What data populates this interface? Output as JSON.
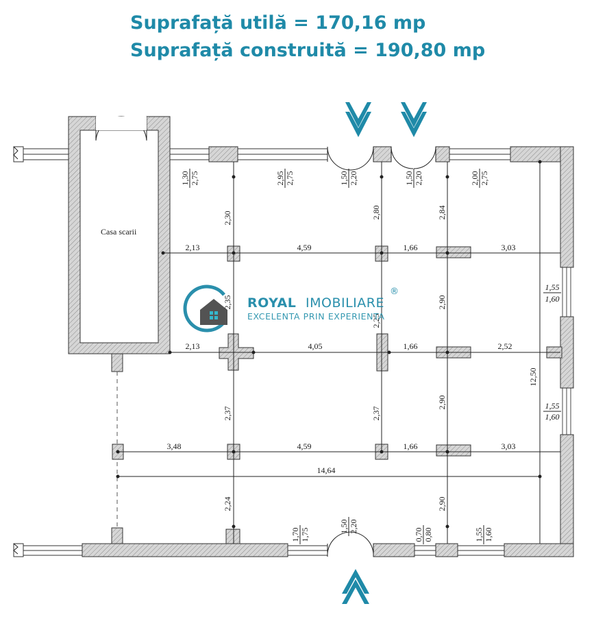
{
  "header": {
    "line1": "Suprafață utilă = 170,16 mp",
    "line2": "Suprafață construită = 190,80 mp"
  },
  "plan": {
    "room_label": "Casa scarii",
    "dims": {
      "w1": [
        "1,30",
        "2,75"
      ],
      "w2": [
        "2,95",
        "2,75"
      ],
      "d1": [
        "1,50",
        "2,20"
      ],
      "d2": [
        "1,50",
        "2,20"
      ],
      "w3": [
        "2,00",
        "2,75"
      ],
      "side1": [
        "1,55",
        "1,60"
      ],
      "side2": [
        "1,55",
        "1,60"
      ],
      "b1": [
        "1,70",
        "1,75"
      ],
      "b2": [
        "1,50",
        "2,20"
      ],
      "b3": [
        "0,70",
        "0,80"
      ],
      "b4": [
        "1,55",
        "1,60"
      ],
      "v_230": "2,30",
      "v_280": "2,80",
      "v_284": "2,84",
      "h_213a": "2,13",
      "h_459a": "4,59",
      "h_166a": "1,66",
      "h_303a": "3,03",
      "v_235": "2,35",
      "v_290a": "2,90",
      "h_213b": "2,13",
      "h_405": "4,05",
      "v_225": "2,25",
      "h_166b": "1,66",
      "h_252": "2,52",
      "v_1250": "12,50",
      "v_237a": "2,37",
      "v_237b": "2,37",
      "v_290b": "2,90",
      "h_348": "3,48",
      "h_459b": "4,59",
      "h_166c": "1,66",
      "h_303b": "3,03",
      "h_1464": "14,64",
      "v_224": "2,24",
      "v_290c": "2,90"
    }
  },
  "logo": {
    "brand_bold": "ROYAL",
    "brand_light": "IMOBILIARE",
    "registered": "®",
    "tagline": "EXCELENTA PRIN EXPERIENTA"
  },
  "colors": {
    "accent": "#1f8aa8",
    "wall_fill": "#c9c9c9"
  },
  "icons": [
    "entrance-arrow-down-icon",
    "entrance-arrow-down-icon",
    "entrance-arrow-up-icon",
    "house-logo-icon"
  ]
}
